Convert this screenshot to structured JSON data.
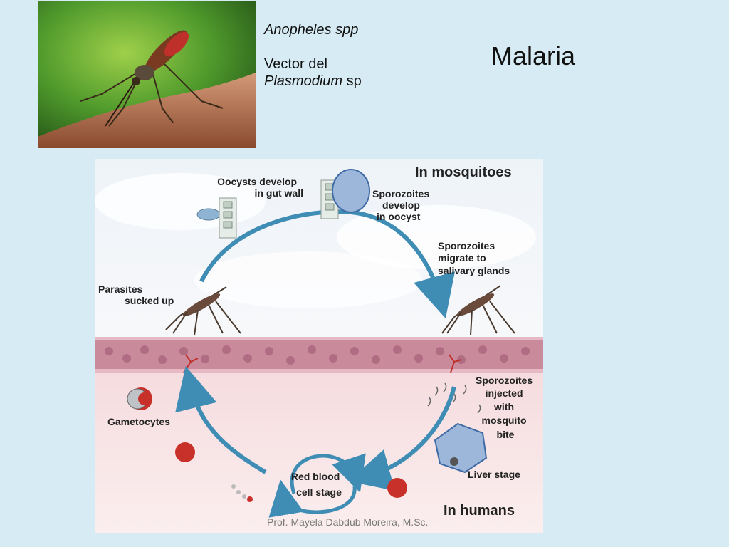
{
  "slide": {
    "title": "Malaria",
    "caption": {
      "genus": "Anopheles spp",
      "line_a": "Vector del",
      "genus2": "Plasmodium",
      "suffix": "sp"
    },
    "footer": "Prof. Mayela Dabdub Moreira, M.Sc."
  },
  "diagram": {
    "region_top": "In mosquitoes",
    "region_bottom": "In humans",
    "oocysts": [
      "Oocysts develop",
      "in gut wall"
    ],
    "sporozoites_develop": [
      "Sporozoites",
      "develop",
      "in oocyst"
    ],
    "sporozoites_migrate": [
      "Sporozoites",
      "migrate to",
      "salivary glands"
    ],
    "parasites": [
      "Parasites",
      "sucked up"
    ],
    "sporozoites_injected": [
      "Sporozoites",
      "injected",
      "with",
      "mosquito",
      "bite"
    ],
    "gametocytes": "Gametocytes",
    "liver": "Liver stage",
    "rbc": [
      "Red blood",
      "cell stage"
    ]
  },
  "colors": {
    "background": "#d6ebf3",
    "arrow": "#3f8db4",
    "tissue": "#c98a9c",
    "rbc": "#c8302a"
  }
}
